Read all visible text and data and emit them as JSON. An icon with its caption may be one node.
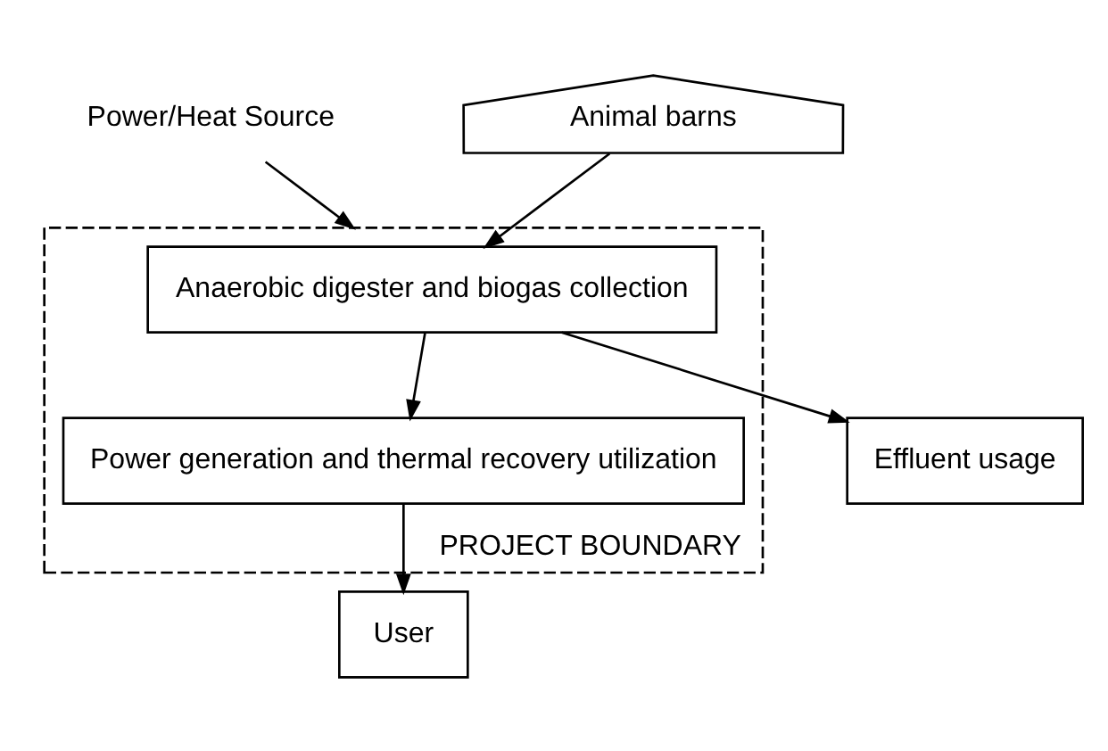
{
  "diagram": {
    "nodes": [
      {
        "text": [
          "PROJECT BOUNDARY"
        ]
      },
      {
        "text": [
          "Power/Heat Source"
        ]
      },
      {
        "text": [
          "Animal barns"
        ]
      },
      {
        "text": [
          "Anaerobic digester and biogas collection"
        ],
        "in": 0
      },
      {
        "text": [
          "Power generation and thermal recovery utilization"
        ],
        "in": 0
      },
      {
        "text": [
          "Effluent usage"
        ]
      },
      {
        "text": [
          "User"
        ]
      }
    ],
    "edges": [
      {
        "from": 1,
        "to": 0,
        "arrow": "to"
      },
      {
        "from": 2,
        "to": 3,
        "arrow": "to"
      },
      {
        "from": 3,
        "to": 4,
        "arrow": "to"
      },
      {
        "from": 3,
        "to": 5,
        "arrow": "to"
      },
      {
        "from": 4,
        "to": 6,
        "arrow": "to"
      }
    ]
  }
}
